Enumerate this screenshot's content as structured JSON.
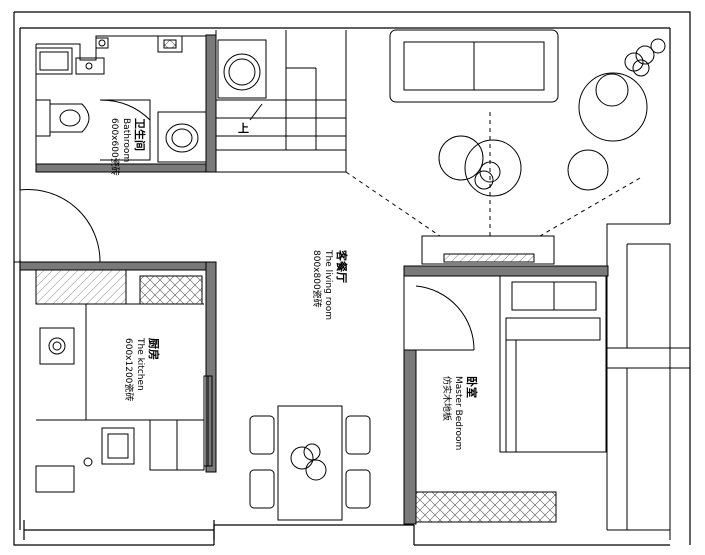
{
  "plan": {
    "stair_label": "上",
    "rooms": {
      "bathroom": {
        "name": "卫生间",
        "english": "Bathroom",
        "size": "600x600瓷砖"
      },
      "living": {
        "name": "客餐厅",
        "english": "The living room",
        "size": "800x800瓷砖"
      },
      "kitchen": {
        "name": "厨房",
        "english": "The kitchen",
        "size": "600x1200瓷砖"
      },
      "bedroom": {
        "name": "卧室",
        "english": "Master Bedroom",
        "size": "仿实木地板"
      }
    }
  },
  "colors": {
    "line": "#000000",
    "wall_fill": "#7a7a7a",
    "background": "#ffffff"
  }
}
